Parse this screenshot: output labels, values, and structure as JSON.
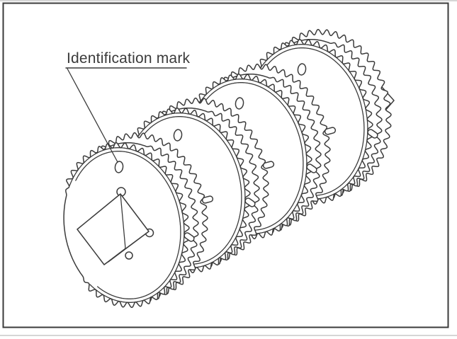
{
  "page": {
    "background_color": "#ffffff"
  },
  "figure": {
    "frame_color": "#3b3b3b",
    "line_color": "#3b3b3b",
    "annotation": {
      "label": "Identification mark"
    },
    "parts": {
      "plate_count": 4,
      "marks_per_plate": 1
    }
  }
}
